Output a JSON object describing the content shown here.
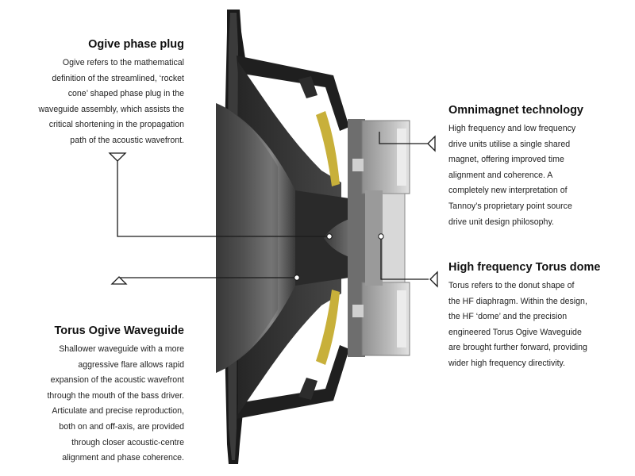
{
  "callouts": {
    "ogive_phase_plug": {
      "title": "Ogive phase plug",
      "lines": [
        "Ogive refers to the mathematical",
        "definition of the streamlined, ‘rocket",
        "cone’ shaped phase plug in the",
        "waveguide assembly, which assists the",
        "critical shortening in the propagation",
        "path of the acoustic wavefront."
      ]
    },
    "torus_ogive_waveguide": {
      "title": "Torus Ogive Waveguide",
      "lines": [
        "Shallower waveguide with a more",
        "aggressive flare allows rapid",
        "expansion of the acoustic wavefront",
        "through the mouth of the bass driver.",
        "Articulate and precise reproduction,",
        "both on and off-axis, are provided",
        "through closer acoustic-centre",
        "alignment and phase coherence."
      ]
    },
    "omnimagnet_technology": {
      "title": "Omnimagnet technology",
      "lines": [
        "High frequency and low frequency",
        "drive units utilise a single shared",
        "magnet, offering improved time",
        "alignment and coherence. A",
        "completely new interpretation of",
        "Tannoy’s proprietary point source",
        "drive unit design philosophy."
      ]
    },
    "hf_torus_dome": {
      "title": "High frequency Torus dome",
      "lines": [
        "Torus refers to the donut shape of",
        "the HF diaphragm. Within the design,",
        "the HF ‘dome’ and the precision",
        "engineered Torus Ogive Waveguide",
        "are brought further forward, providing",
        "wider high frequency directivity."
      ]
    }
  },
  "colors": {
    "leader_line": "#1a1a1a",
    "cone_dark": "#2b2b2b",
    "cone_light": "#6a6a6a",
    "surround": "#1c1c1c",
    "suspension_yellow": "#c8b03a",
    "magnet_grey": "#a9a9a9",
    "magnet_light": "#d6d6d6"
  }
}
